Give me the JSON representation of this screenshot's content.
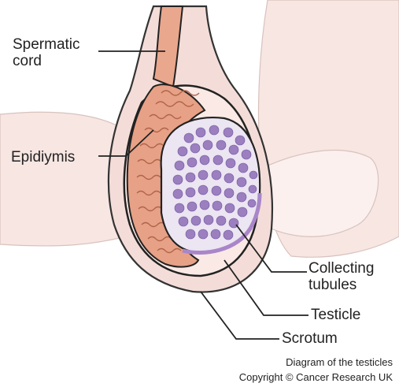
{
  "labels": {
    "spermatic_cord": "Spermatic\ncord",
    "epididymis": "Epidiymis",
    "collecting_tubules": "Collecting\ntubules",
    "testicle": "Testicle",
    "scrotum": "Scrotum"
  },
  "caption": {
    "line1": "Diagram of the testicles",
    "line2": "Copyright © Cancer Research UK"
  },
  "colors": {
    "skin": "#f7e6e2",
    "skin_outline": "#d8c2bd",
    "scrotum_fill": "#f4ddd8",
    "epididymis": "#e7a186",
    "epididymis_dark": "#b0644a",
    "testicle_fill": "#ece5f2",
    "tubules": "#9c7fbf",
    "tunica": "#a986c9",
    "outline": "#222222"
  }
}
